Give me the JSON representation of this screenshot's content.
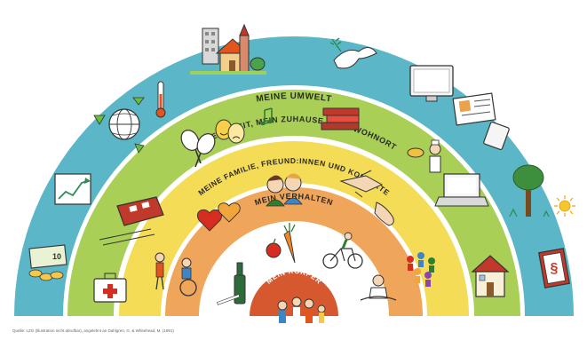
{
  "diagram": {
    "rings": [
      {
        "id": "umwelt",
        "label": "MEINE UMWELT",
        "color": "#5bb7c7"
      },
      {
        "id": "arbeit",
        "label": "MEINE ARBEIT, MEIN ZUHAUSE, MEIN WOHNORT",
        "color": "#a9cf57"
      },
      {
        "id": "familie",
        "label": "MEINE FAMILIE, FREUND:INNEN UND KONTAKTE",
        "color": "#f4dc57"
      },
      {
        "id": "verhalten",
        "label": "MEIN VERHALTEN",
        "color": "#f0a65a"
      },
      {
        "id": "koerper",
        "label": "MEIN KÖRPER",
        "color": "#d5582e"
      }
    ],
    "source_note": "Quelle: LZG (Illustration nicht abrufbar), angelehnt an Dahlgren, G. & Whitehead, M. (1991)",
    "icon_labels": {
      "money_note": "10",
      "paragraph_sign": "§"
    }
  }
}
